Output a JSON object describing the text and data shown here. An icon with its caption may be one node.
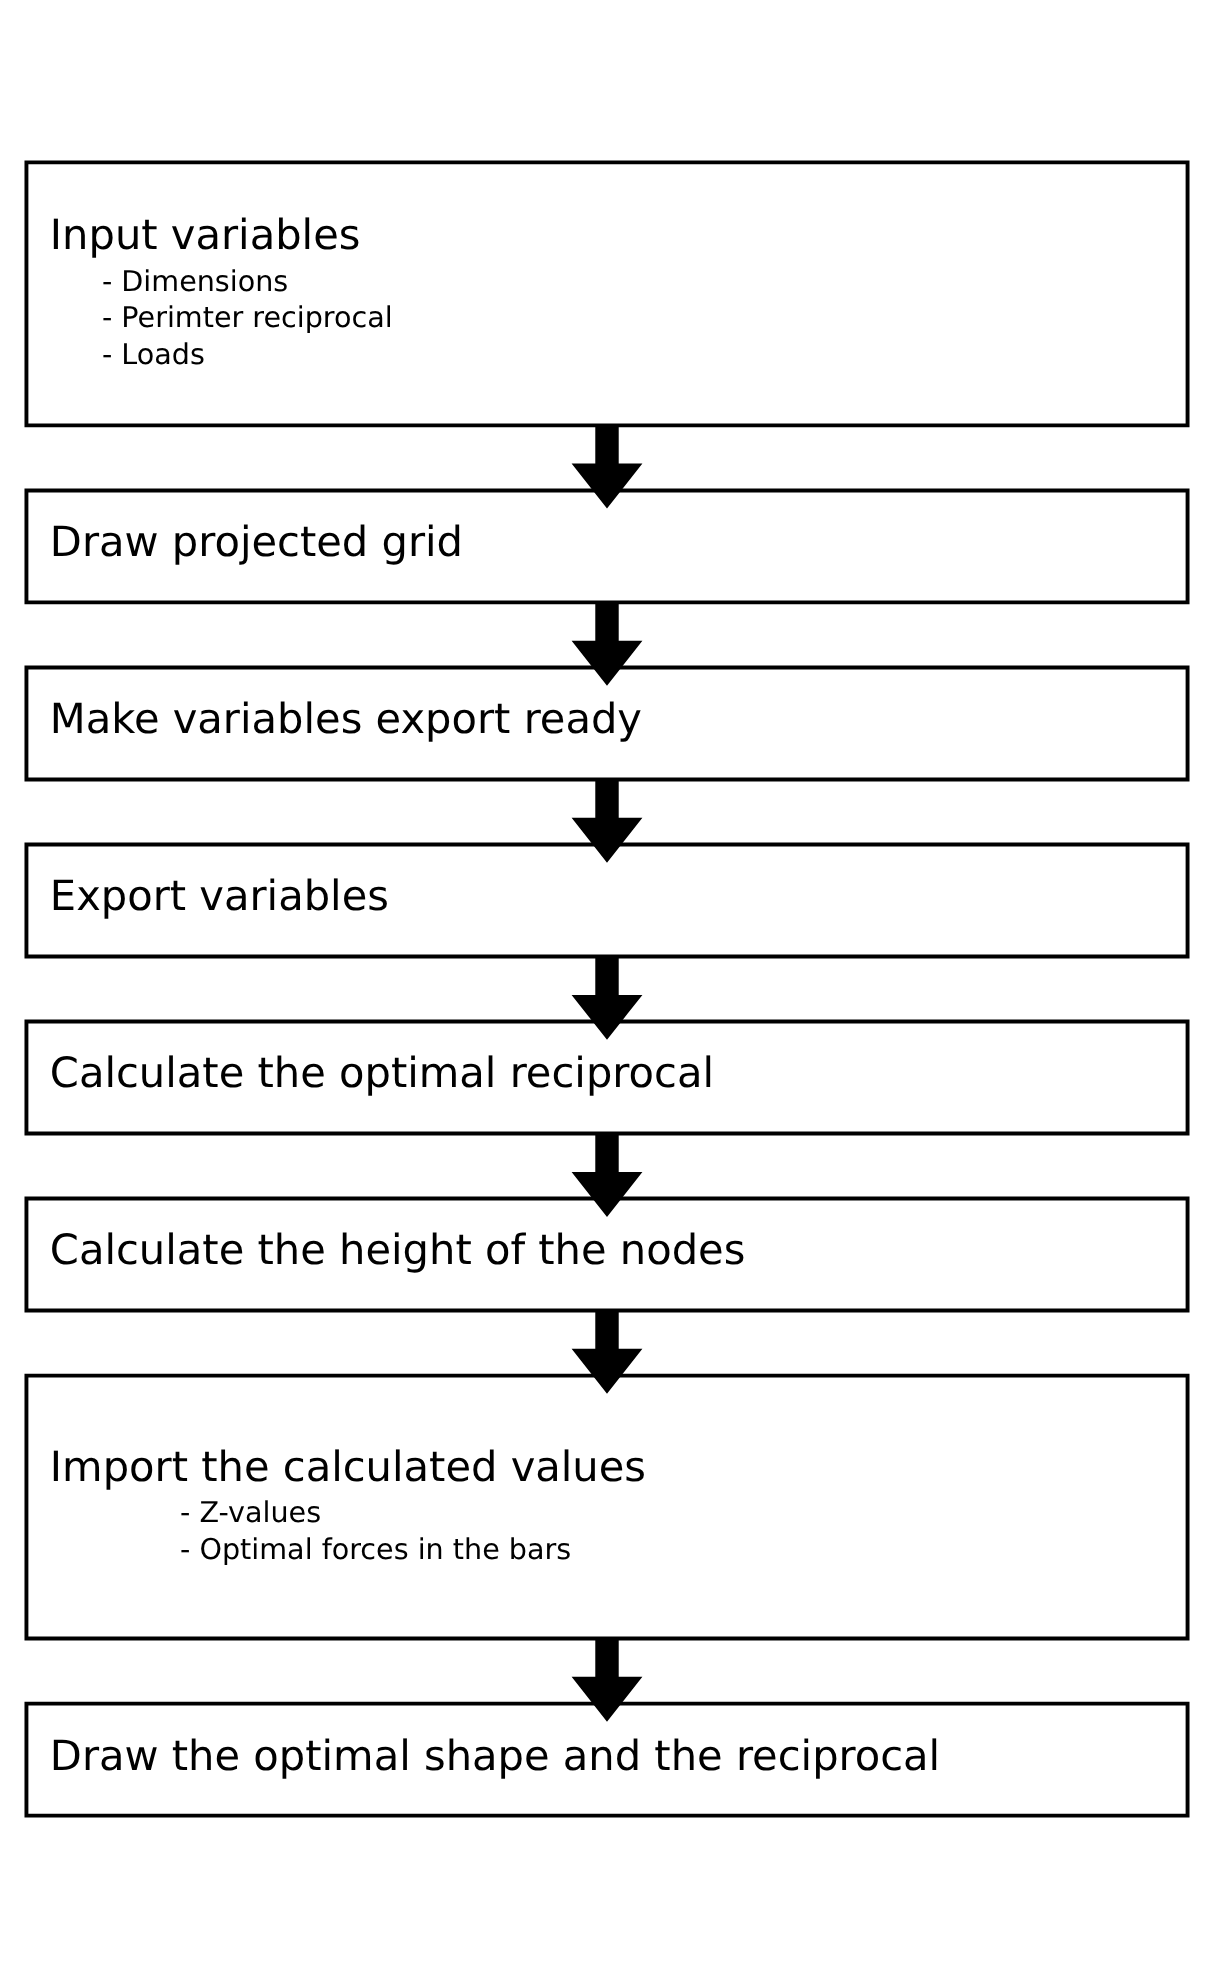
{
  "diagram": {
    "nodes": [
      {
        "text": [
          "Input variables",
          "- Dimensions",
          "- Perimter reciprocal",
          "- Loads"
        ]
      },
      {
        "text": [
          "Draw projected grid"
        ]
      },
      {
        "text": [
          "Make variables export ready"
        ]
      },
      {
        "text": [
          "Export variables"
        ]
      },
      {
        "text": [
          "Calculate the optimal reciprocal"
        ]
      },
      {
        "text": [
          "Calculate the height of the nodes"
        ]
      },
      {
        "text": [
          "Import the calculated values",
          "- Z-values",
          "- Optimal forces in the bars"
        ]
      },
      {
        "text": [
          "Draw the optimal shape and the reciprocal"
        ]
      }
    ],
    "edges": [
      {
        "from": 0,
        "to": 1,
        "arrow": "to"
      },
      {
        "from": 1,
        "to": 2,
        "arrow": "to"
      },
      {
        "from": 2,
        "to": 3,
        "arrow": "to"
      },
      {
        "from": 3,
        "to": 4,
        "arrow": "to"
      },
      {
        "from": 4,
        "to": 5,
        "arrow": "to"
      },
      {
        "from": 5,
        "to": 6,
        "arrow": "to"
      },
      {
        "from": 6,
        "to": 7,
        "arrow": "to"
      }
    ]
  }
}
